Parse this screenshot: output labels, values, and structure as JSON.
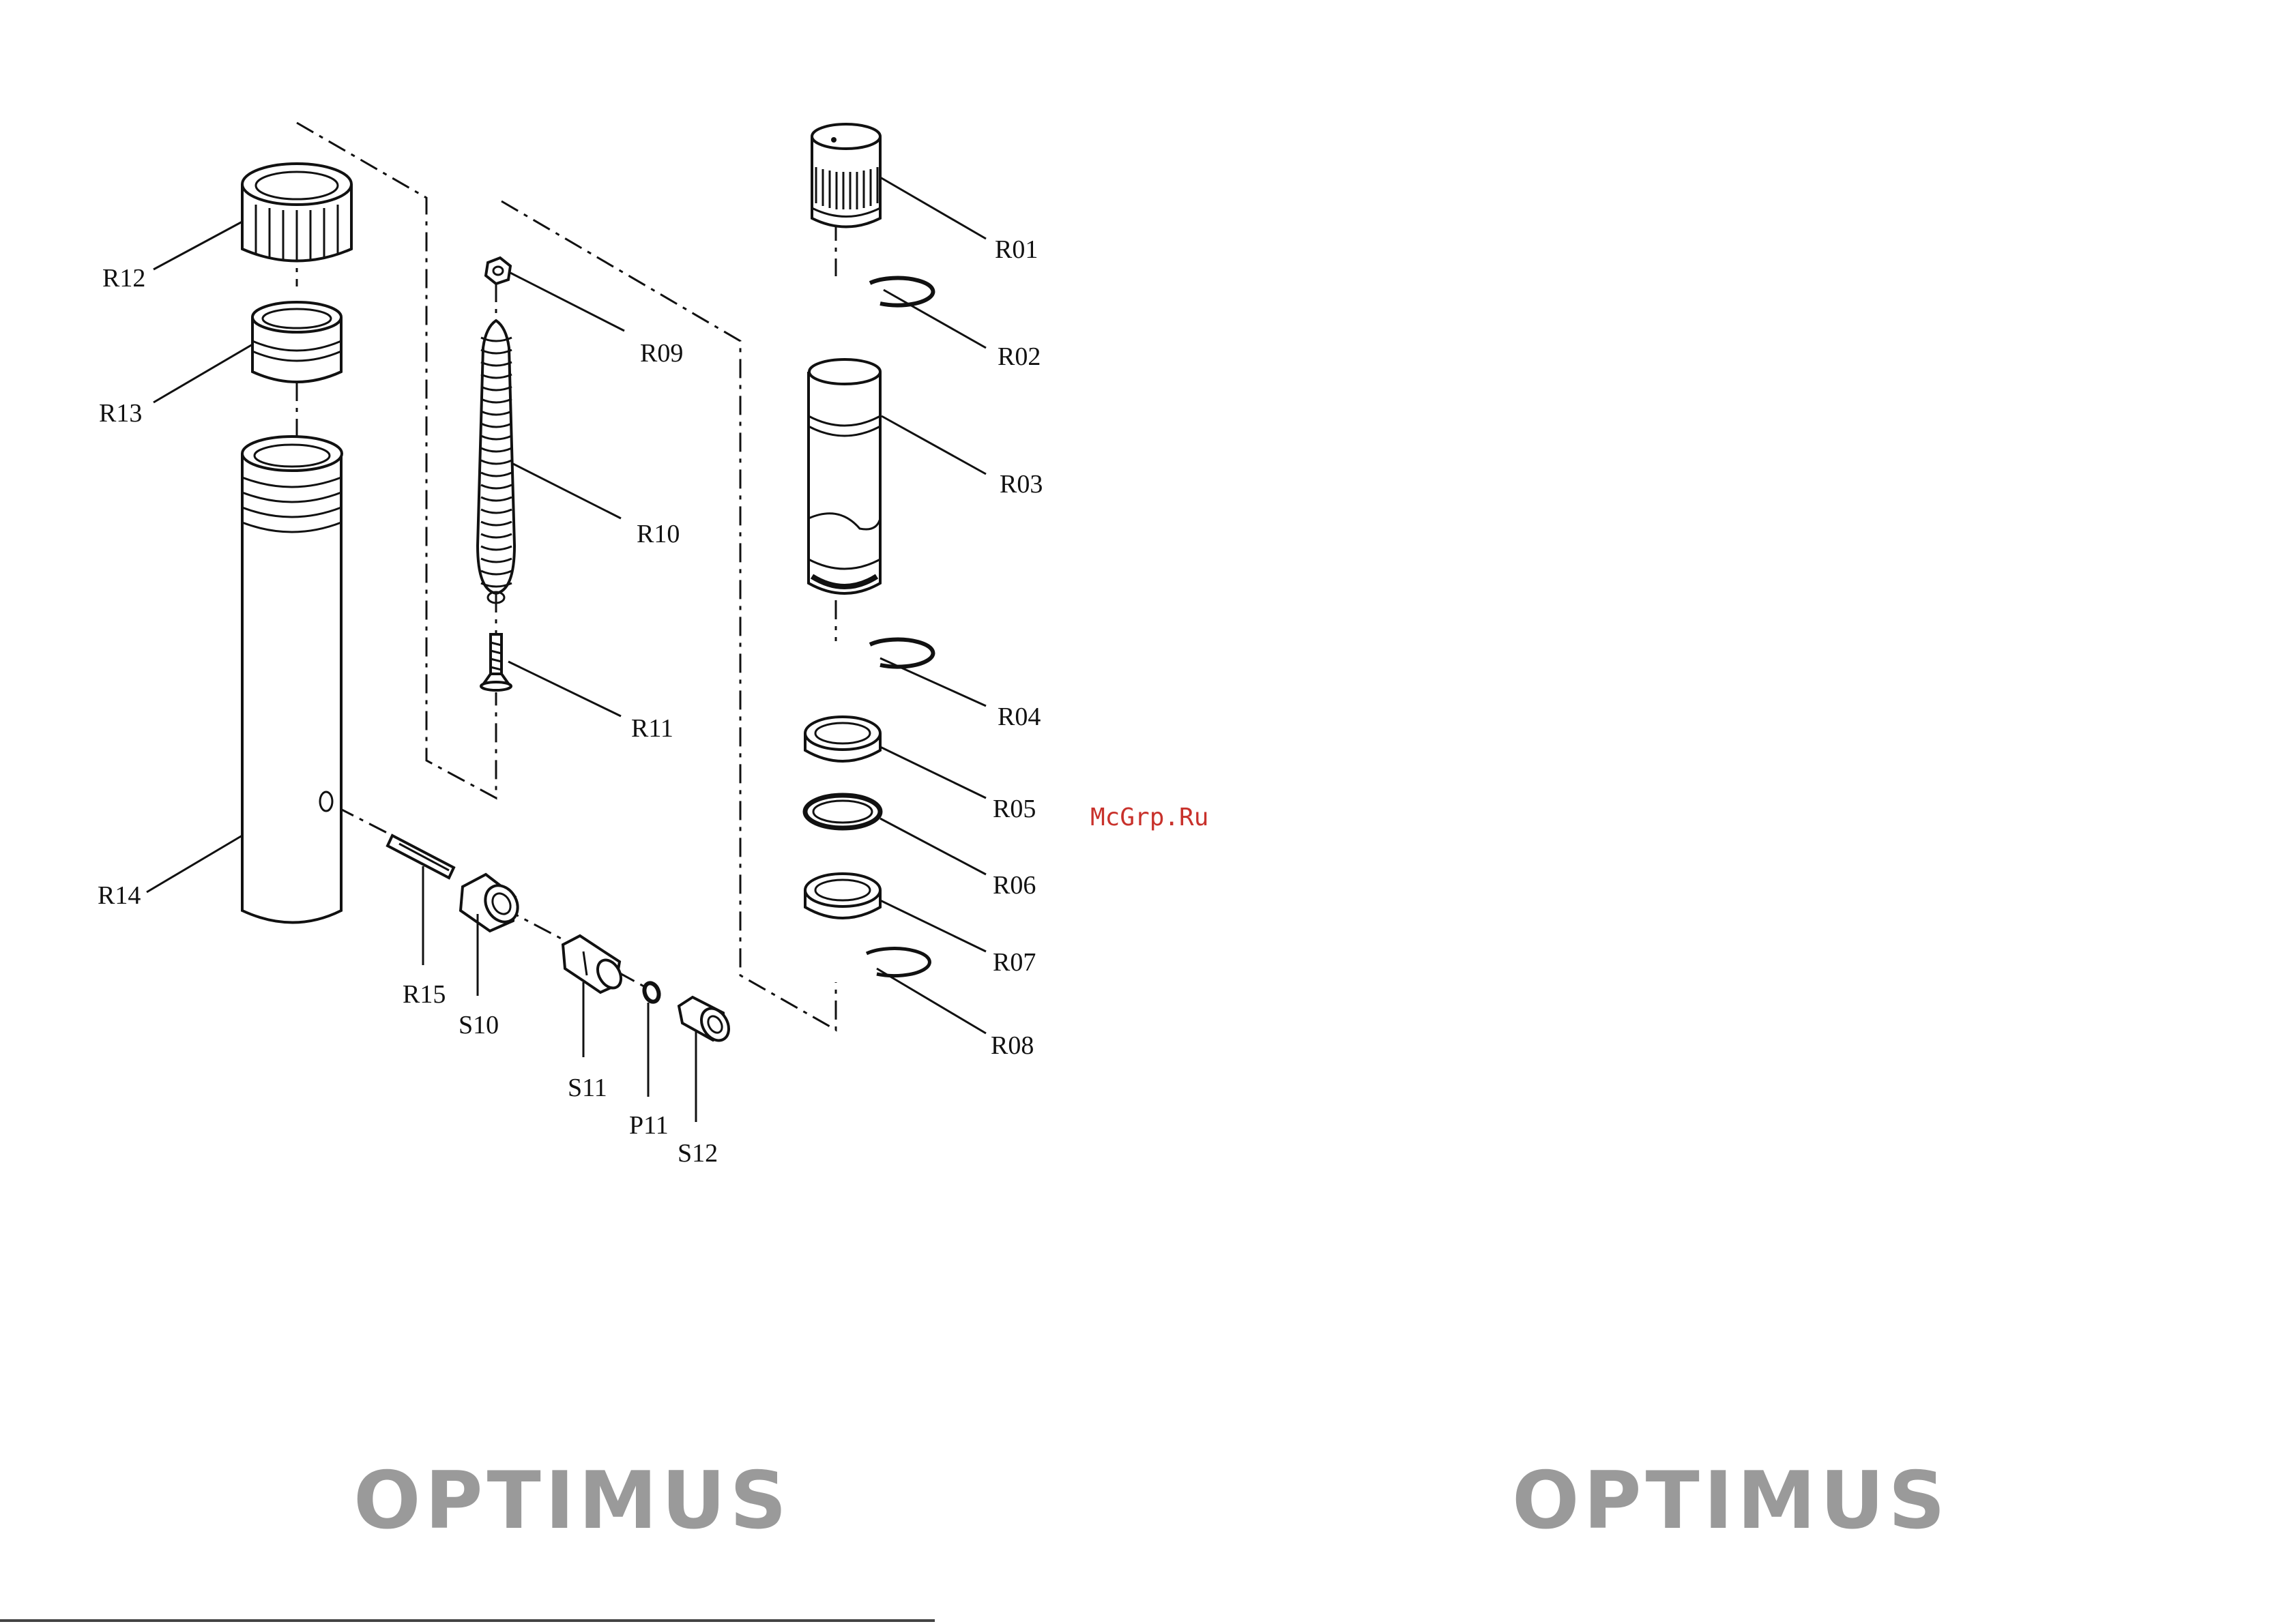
{
  "watermark": "McGrp.Ru",
  "brand_left": "OPTIMUS",
  "brand_right": "OPTIMUS",
  "parts": {
    "R01": "R01",
    "R02": "R02",
    "R03": "R03",
    "R04": "R04",
    "R05": "R05",
    "R06": "R06",
    "R07": "R07",
    "R08": "R08",
    "R09": "R09",
    "R10": "R10",
    "R11": "R11",
    "R12": "R12",
    "R13": "R13",
    "R14": "R14",
    "R15": "R15",
    "S10": "S10",
    "S11": "S11",
    "S12": "S12",
    "P11": "P11"
  }
}
